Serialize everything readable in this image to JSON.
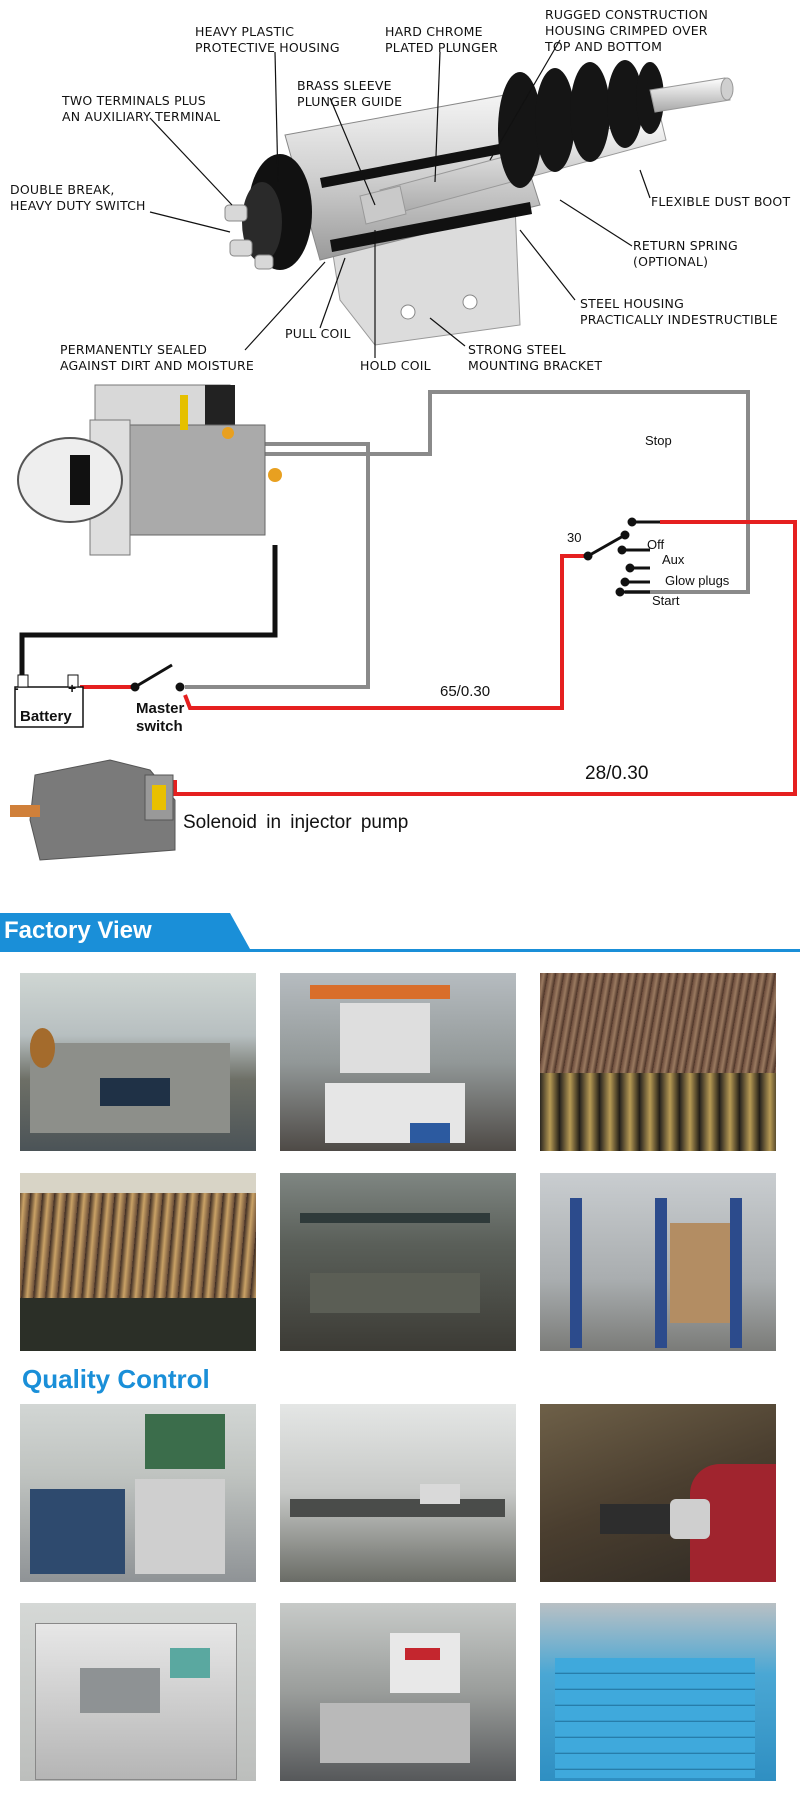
{
  "solenoid_labels": {
    "heavy_plastic": [
      "HEAVY PLASTIC",
      "PROTECTIVE HOUSING"
    ],
    "hard_chrome": [
      "HARD CHROME",
      "PLATED PLUNGER"
    ],
    "rugged": [
      "RUGGED CONSTRUCTION",
      "HOUSING CRIMPED OVER",
      "TOP AND BOTTOM"
    ],
    "two_terminals": [
      "TWO TERMINALS PLUS",
      "AN AUXILIARY TERMINAL"
    ],
    "brass_sleeve": [
      "BRASS SLEEVE",
      "PLUNGER GUIDE"
    ],
    "double_break": [
      "DOUBLE BREAK,",
      "HEAVY DUTY SWITCH"
    ],
    "dust_boot": [
      "FLEXIBLE DUST BOOT"
    ],
    "return_spring": [
      "RETURN SPRING",
      "(OPTIONAL)"
    ],
    "steel_housing": [
      "STEEL HOUSING",
      "PRACTICALLY INDESTRUCTIBLE"
    ],
    "pull_coil": [
      "PULL COIL"
    ],
    "sealed": [
      "PERMANENTLY SEALED",
      "AGAINST DIRT AND MOISTURE"
    ],
    "hold_coil": [
      "HOLD COIL"
    ],
    "bracket": [
      "STRONG STEEL",
      "MOUNTING BRACKET"
    ]
  },
  "wiring": {
    "stop": "Stop",
    "off": "Off",
    "aux": "Aux",
    "glow": "Glow plugs",
    "start": "Start",
    "terminal_30": "30",
    "battery": "Battery",
    "master": [
      "Master",
      "switch"
    ],
    "wire_65": "65/0.30",
    "wire_28": "28/0.30",
    "solenoid_pump": "Solenoid in injector pump",
    "plus": "+",
    "minus": "-"
  },
  "factory": {
    "title": "Factory View"
  },
  "quality": {
    "title": "Quality Control"
  },
  "colors": {
    "banner": "#1a8fd8",
    "wire_red": "#e52020",
    "wire_gray": "#8a8a8a"
  }
}
